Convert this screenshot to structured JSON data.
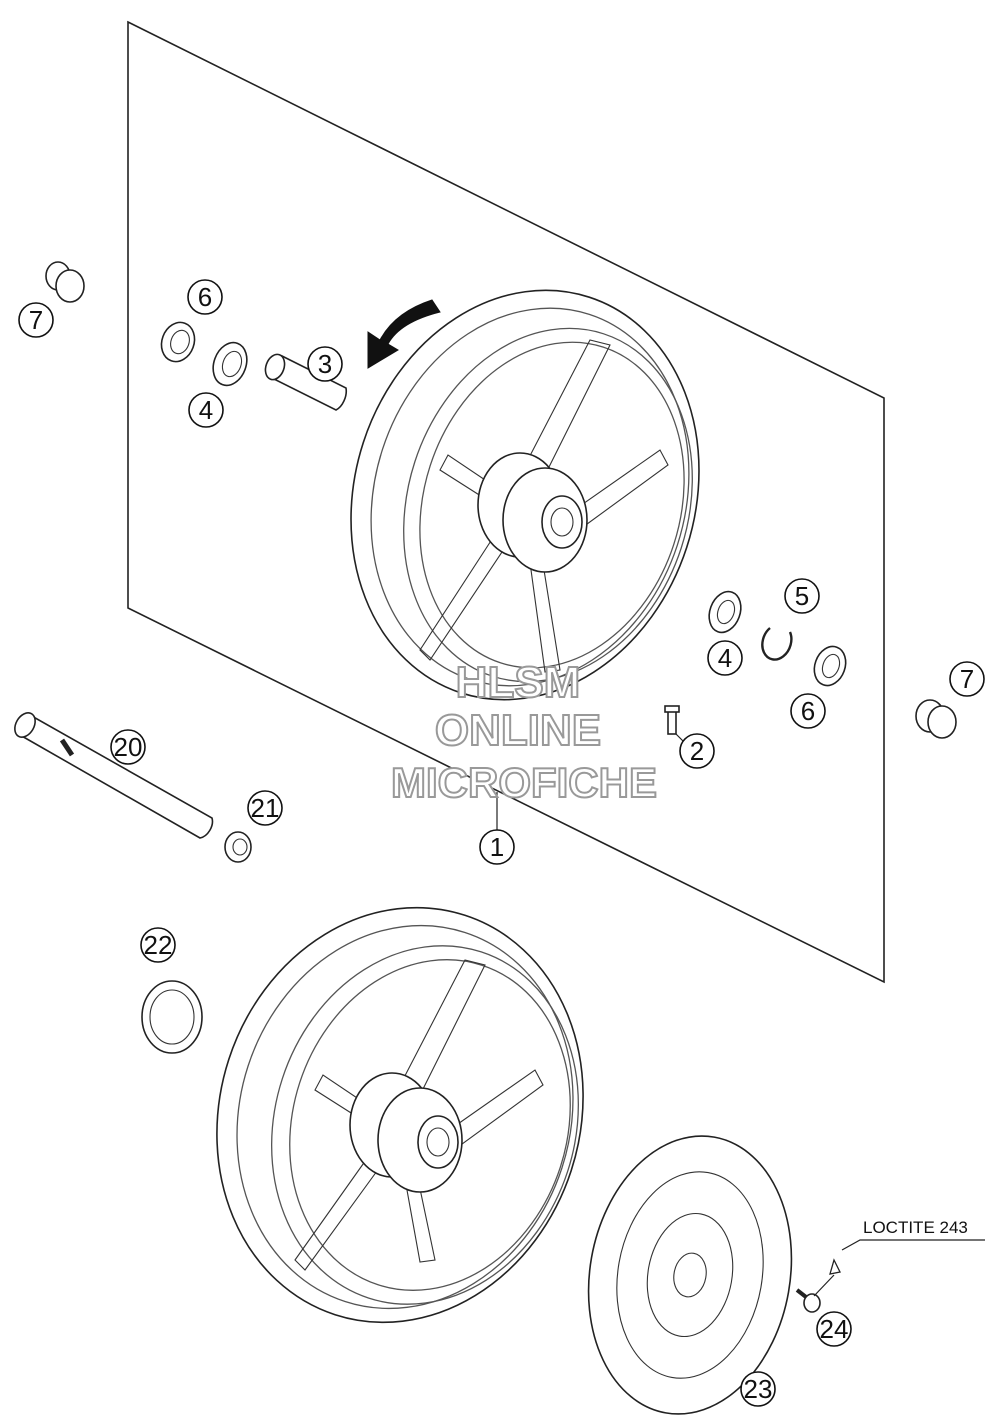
{
  "callouts": [
    {
      "id": "c1",
      "label": "1"
    },
    {
      "id": "c2",
      "label": "2"
    },
    {
      "id": "c3",
      "label": "3"
    },
    {
      "id": "c4a",
      "label": "4"
    },
    {
      "id": "c4b",
      "label": "4"
    },
    {
      "id": "c5",
      "label": "5"
    },
    {
      "id": "c6a",
      "label": "6"
    },
    {
      "id": "c6b",
      "label": "6"
    },
    {
      "id": "c7a",
      "label": "7"
    },
    {
      "id": "c7b",
      "label": "7"
    },
    {
      "id": "c20",
      "label": "20"
    },
    {
      "id": "c21",
      "label": "21"
    },
    {
      "id": "c22",
      "label": "22"
    },
    {
      "id": "c23",
      "label": "23"
    },
    {
      "id": "c24",
      "label": "24"
    }
  ],
  "note": "LOCTITE 243",
  "watermark": {
    "line1": "HLSM",
    "line2": "ONLINE",
    "line3": "MICROFICHE"
  },
  "colors": {
    "line": "#222222",
    "watermark_stroke": "#999999",
    "background": "#ffffff"
  }
}
